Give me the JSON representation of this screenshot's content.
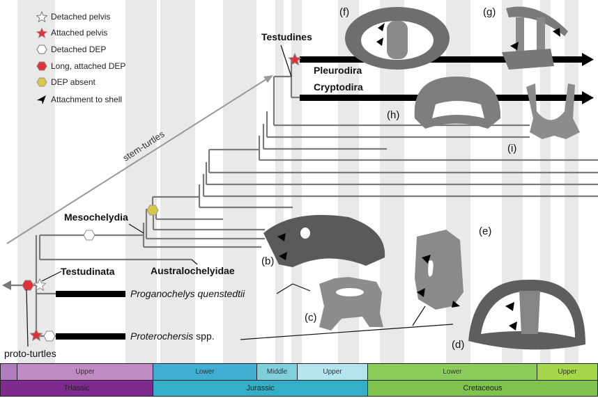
{
  "legend": {
    "items": [
      {
        "icon": "star-outline-icon",
        "label": "Detached pelvis"
      },
      {
        "icon": "star-red-icon",
        "label": "Attached pelvis"
      },
      {
        "icon": "hexagon-white-icon",
        "label": "Detached DEP"
      },
      {
        "icon": "hexagon-red-icon",
        "label": "Long, attached DEP"
      },
      {
        "icon": "hexagon-yellow-icon",
        "label": "DEP absent"
      },
      {
        "icon": "arrowhead-black-icon",
        "label": "Attachment to shell"
      }
    ]
  },
  "colors": {
    "branch": "#7a7a7a",
    "lineage_bar": "#000000",
    "attached_red": "#e0303a",
    "dep_absent_yellow": "#d8c844",
    "band_gray": "#e8e8e8",
    "triassic": "#7f2a8e",
    "triassic_upper": "#c08bc4",
    "triassic_middle": "#b07cc0",
    "jurassic": "#33b0c8",
    "jurassic_lower": "#42afd2",
    "jurassic_middle": "#80d0dc",
    "jurassic_upper": "#b4e4ee",
    "cretaceous": "#7fc24e",
    "cretaceous_lower": "#8ccc5a",
    "cretaceous_upper": "#a6d64a"
  },
  "labels": {
    "testudines": "Testudines",
    "pleurodira": "Pleurodira",
    "cryptodira": "Cryptodira",
    "stem_turtles": "stem-turtles",
    "mesochelydia": "Mesochelydia",
    "australochelyidae": "Australochelyidae",
    "testudinata": "Testudinata",
    "proganochelys_genus": "Proganochelys quenstedtii",
    "proterochersis_genus": "Proterochersis",
    "proterochersis_suffix": " spp.",
    "proto_turtles": "proto-turtles"
  },
  "panels": {
    "b": "(b)",
    "c": "(c)",
    "d": "(d)",
    "e": "(e)",
    "f": "(f)",
    "g": "(g)",
    "h": "(h)",
    "i": "(i)"
  },
  "timescale": {
    "stages": [
      {
        "name": "",
        "period": "Triassic"
      },
      {
        "name": "Upper",
        "period": "Triassic"
      },
      {
        "name": "Lower",
        "period": "Jurassic"
      },
      {
        "name": "Middle",
        "period": "Jurassic"
      },
      {
        "name": "Upper",
        "period": "Jurassic"
      },
      {
        "name": "Lower",
        "period": "Cretaceous"
      },
      {
        "name": "Upper",
        "period": "Cretaceous"
      }
    ],
    "periods": [
      "Triassic",
      "Jurassic",
      "Cretaceous"
    ]
  }
}
